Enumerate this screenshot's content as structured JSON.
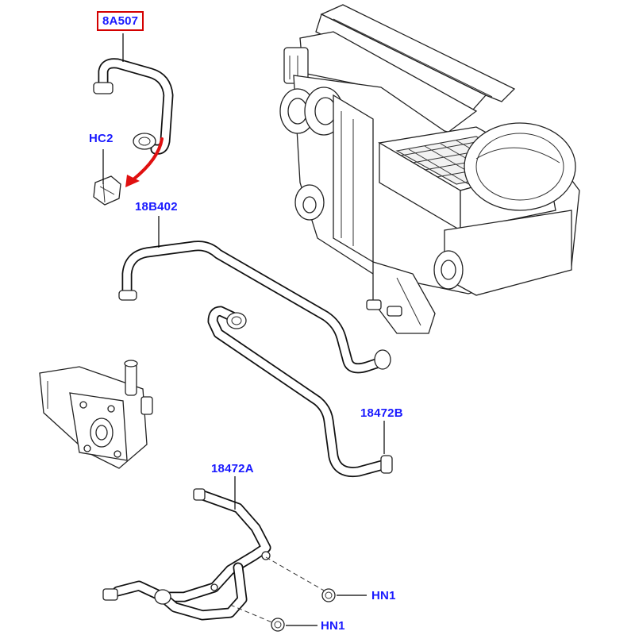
{
  "colors": {
    "label_text": "#1a1aff",
    "highlight_border": "#d40000",
    "arrow": "#e01010",
    "line": "#111111"
  },
  "callouts": {
    "c8a507": "8A507",
    "hc2": "HC2",
    "c18b402": "18B402",
    "c18472b": "18472B",
    "c18472a": "18472A",
    "hn1_upper": "HN1",
    "hn1_lower": "HN1"
  },
  "highlighted_callout": "8A507"
}
